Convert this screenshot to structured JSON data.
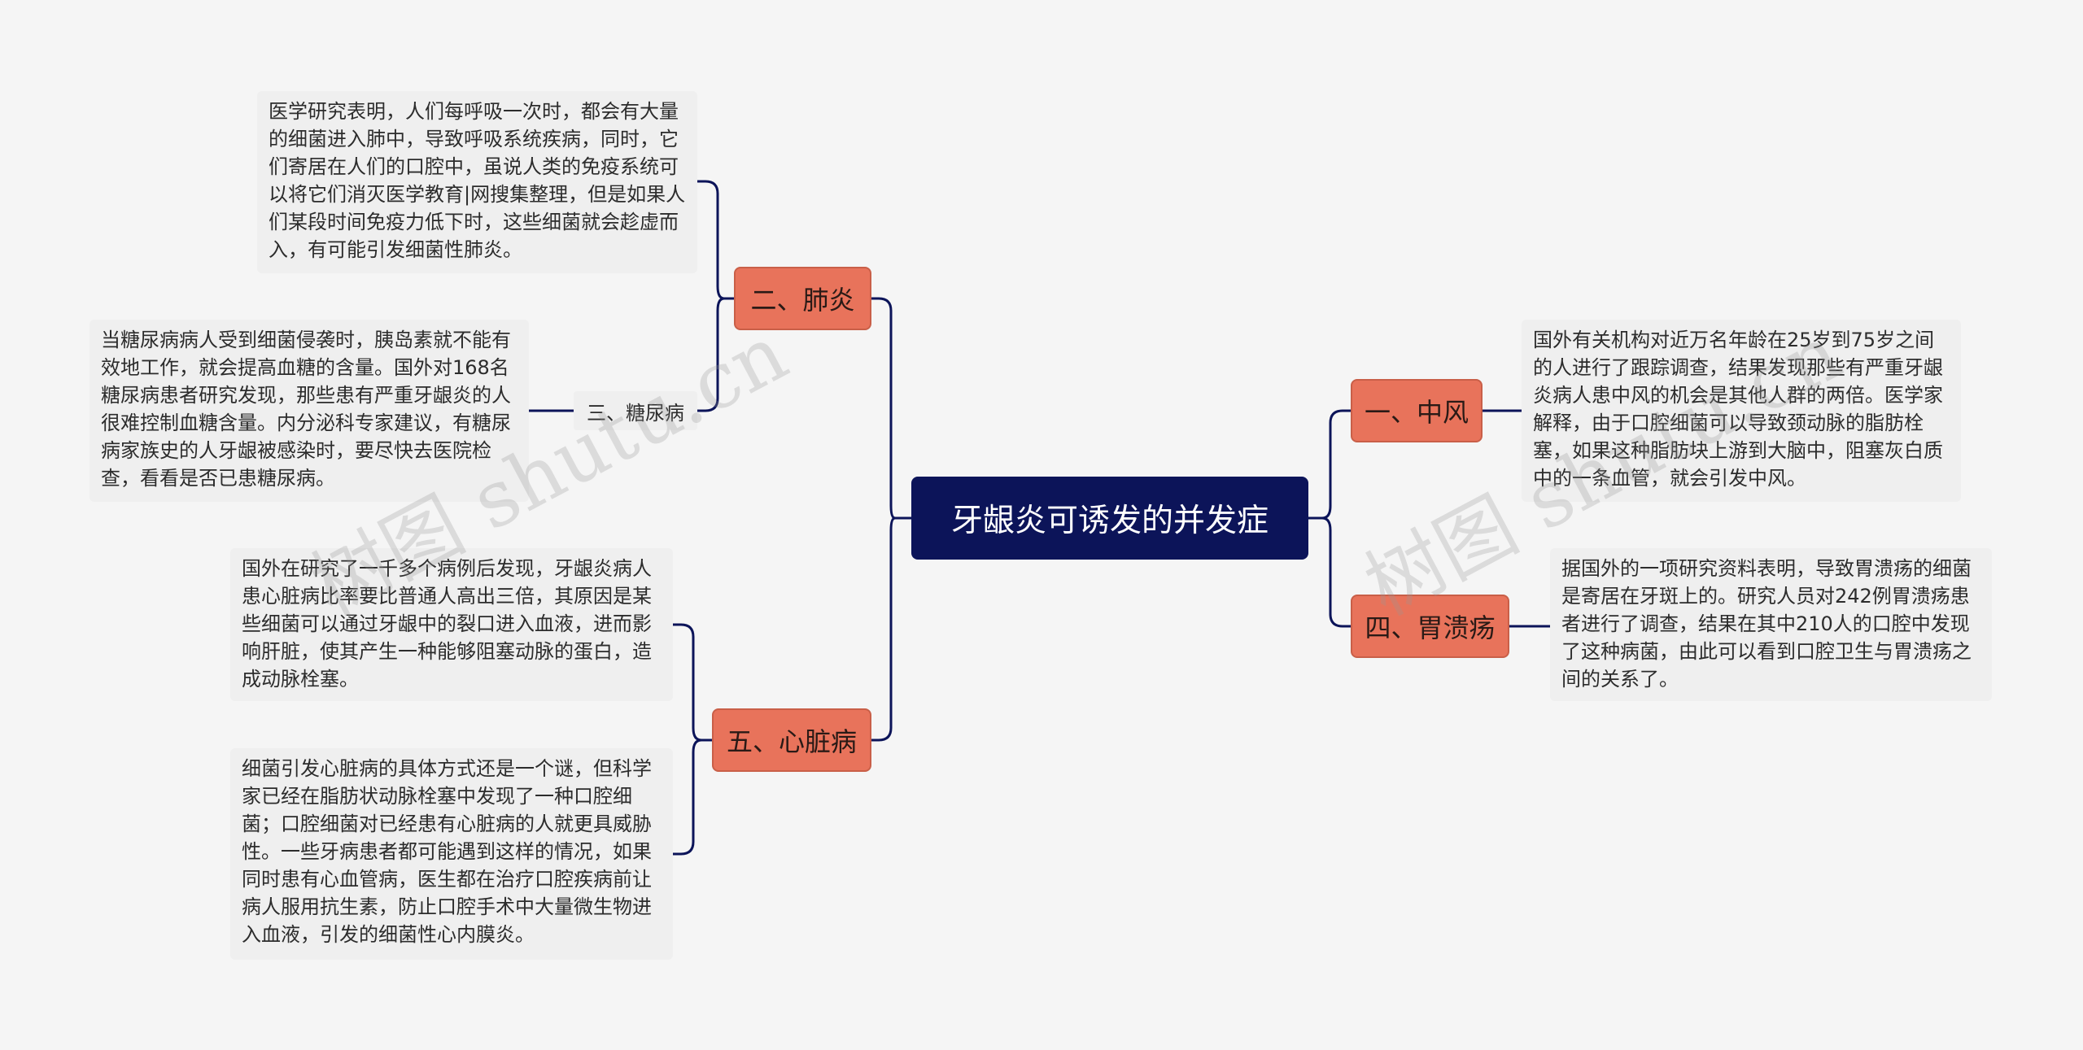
{
  "root": {
    "label": "牙龈炎可诱发的并发症"
  },
  "branches": {
    "zhongfeng": {
      "label": "一、中风",
      "leaf": "国外有关机构对近万名年龄在25岁到75岁之间的人进行了跟踪调查，结果发现那些有严重牙龈炎病人患中风的机会是其他人群的两倍。医学家解释，由于口腔细菌可以导致颈动脉的脂肪栓塞，如果这种脂肪块上游到大脑中，阻塞灰白质中的一条血管，就会引发中风。"
    },
    "feiyan": {
      "label": "二、肺炎",
      "leaf": "医学研究表明，人们每呼吸一次时，都会有大量的细菌进入肺中，导致呼吸系统疾病，同时，它们寄居在人们的口腔中，虽说人类的免疫系统可以将它们消灭医学教育|网搜集整理，但是如果人们某段时间免疫力低下时，这些细菌就会趁虚而入，有可能引发细菌性肺炎。"
    },
    "tangniaobing": {
      "label": "三、糖尿病",
      "leaf": "当糖尿病病人受到细菌侵袭时，胰岛素就不能有效地工作，就会提高血糖的含量。国外对168名糖尿病患者研究发现，那些患有严重牙龈炎的人很难控制血糖含量。内分泌科专家建议，有糖尿病家族史的人牙龈被感染时，要尽快去医院检查，看看是否已患糖尿病。"
    },
    "weikuiyang": {
      "label": "四、胃溃疡",
      "leaf": "据国外的一项研究资料表明，导致胃溃疡的细菌是寄居在牙斑上的。研究人员对242例胃溃疡患者进行了调查，结果在其中210人的口腔中发现了这种病菌，由此可以看到口腔卫生与胃溃疡之间的关系了。"
    },
    "xinzangbing": {
      "label": "五、心脏病",
      "leaves": [
        "国外在研究了一千多个病例后发现，牙龈炎病人患心脏病比率要比普通人高出三倍，其原因是某些细菌可以通过牙龈中的裂口进入血液，进而影响肝脏，使其产生一种能够阻塞动脉的蛋白，造成动脉栓塞。",
        "细菌引发心脏病的具体方式还是一个谜，但科学家已经在脂肪状动脉栓塞中发现了一种口腔细菌；口腔细菌对已经患有心脏病的人就更具威胁性。一些牙病患者都可能遇到这样的情况，如果同时患有心血管病，医生都在治疗口腔疾病前让病人服用抗生素，防止口腔手术中大量微生物进入血液，引发的细菌性心内膜炎。"
      ]
    }
  },
  "watermarks": [
    "树图 shutu.cn",
    "树图 shutu.cn"
  ],
  "colors": {
    "root": "#0c1459",
    "branch": "#e8735b",
    "leaf": "#efefef",
    "line": "#0c1459",
    "background": "#f5f5f5"
  }
}
